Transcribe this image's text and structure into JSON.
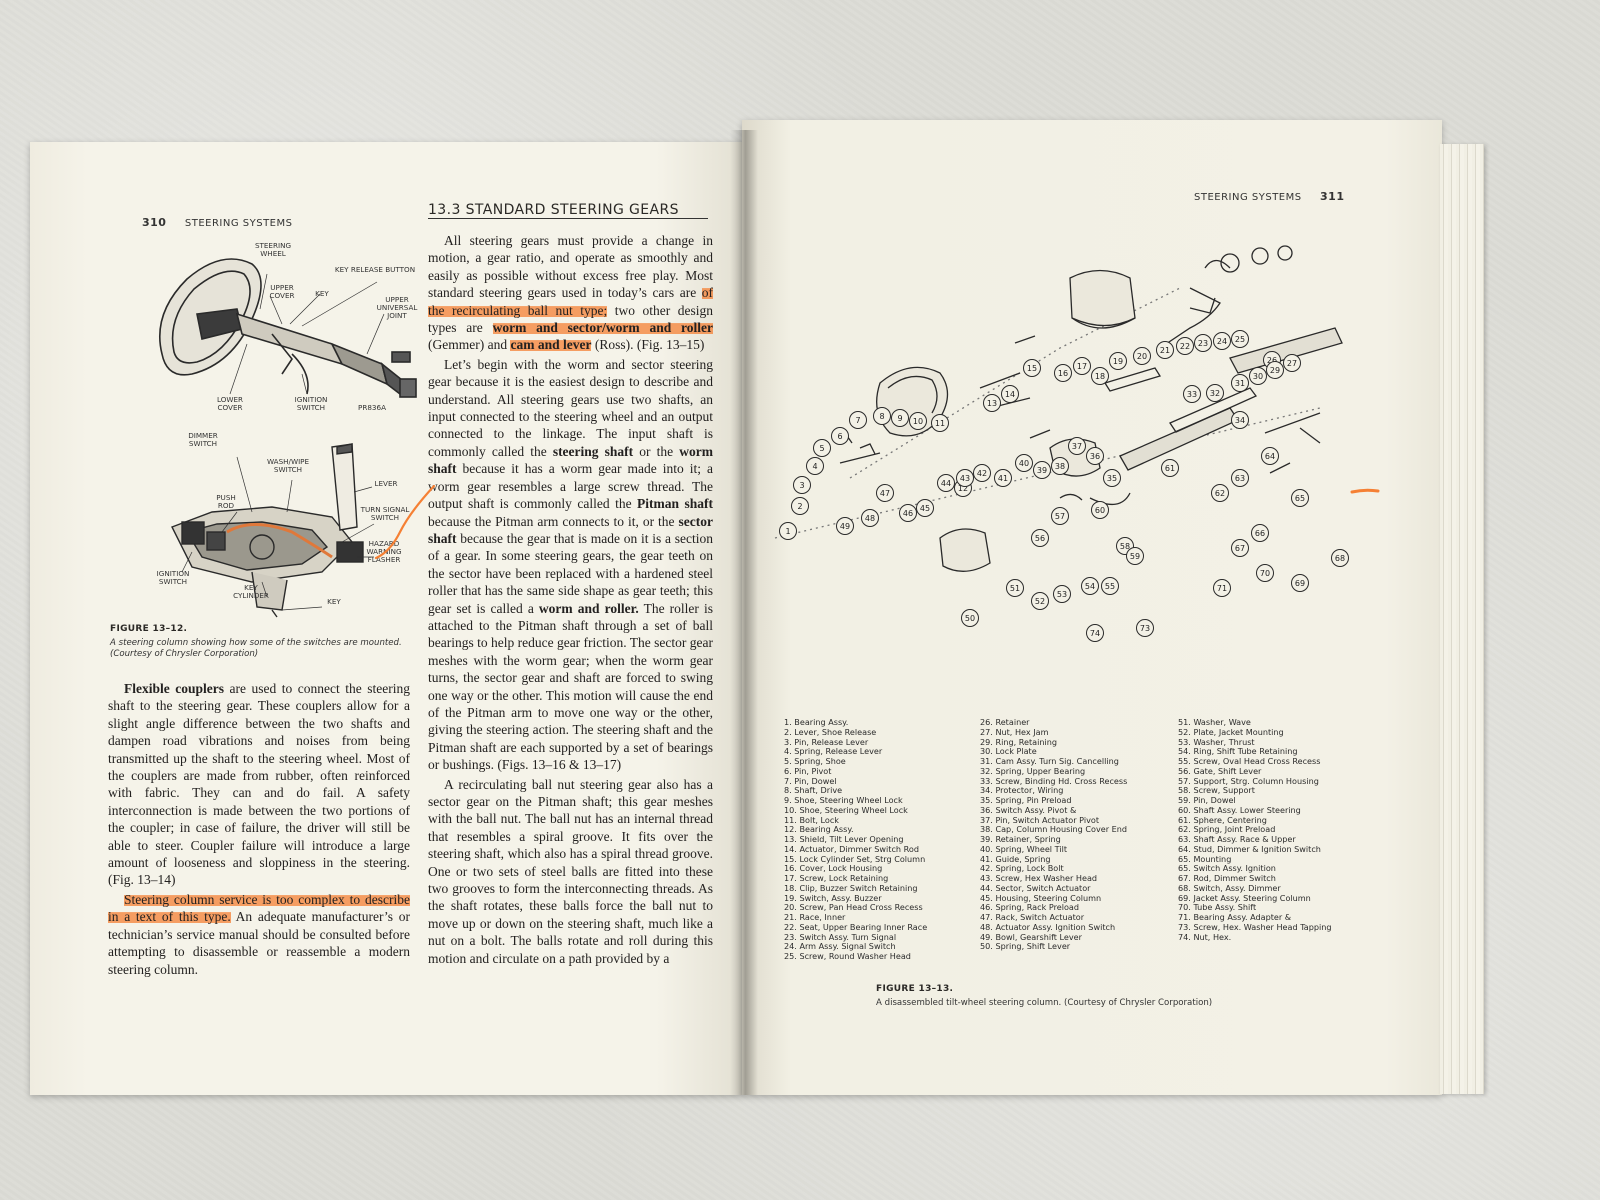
{
  "left_page": {
    "page_number": "310",
    "running_head": "STEERING SYSTEMS",
    "section_title": "13.3  STANDARD STEERING GEARS",
    "figure_top_labels": {
      "steering_wheel": "STEERING WHEEL",
      "upper_cover": "UPPER COVER",
      "key": "KEY",
      "key_release_button": "KEY RELEASE BUTTON",
      "upper_universal_joint": "UPPER UNIVERSAL JOINT",
      "lower_cover": "LOWER COVER",
      "ignition_switch": "IGNITION SWITCH",
      "part_code": "PR836A"
    },
    "figure_bottom_labels": {
      "dimmer_switch": "DIMMER SWITCH",
      "wash_wipe_switch": "WASH/WIPE SWITCH",
      "lever": "LEVER",
      "push_rod": "PUSH ROD",
      "turn_signal_switch": "TURN SIGNAL SWITCH",
      "ignition_switch": "IGNITION SWITCH",
      "hazard_warning_flasher": "HAZARD WARNING FLASHER",
      "key_cylinder": "KEY CYLINDER",
      "key": "KEY"
    },
    "figure_caption": {
      "title": "FIGURE 13–12.",
      "text": "A steering column showing how some of the switches are mounted. (Courtesy of Chrysler Corporation)"
    },
    "col1": {
      "p1_bold": "Flexible couplers",
      "p1_rest": " are used to connect the steering shaft to the steering gear. These couplers allow for a slight angle difference between the two shafts and dampen road vibrations and noises from being transmitted up the shaft to the steering wheel. Most of the couplers are made from rubber, often reinforced with fabric. They can and do fail. A safety interconnection is made between the two portions of the coupler; in case of failure, the driver will still be able to steer. Coupler failure will introduce a large amount of looseness and sloppiness in the steering. (Fig. 13–14)",
      "p2_highlight": "Steering column service is too complex to describe in a text of this type.",
      "p2_rest": " An adequate manufacturer’s or technician’s service manual should be consulted before attempting to disassemble or reassemble a modern steering column."
    },
    "col2": {
      "p1_a": "All steering gears must provide a change in motion, a gear ratio, and operate as smoothly and easily as possible without excess free play. Most standard steering gears used in today’s cars are ",
      "p1_hl1": "of the recirculating ball nut type;",
      "p1_b": " two other design types are ",
      "p1_hl2": "worm and sector/worm and roller",
      "p1_c": " (Gemmer) and ",
      "p1_hl3": "cam and lever",
      "p1_d": " (Ross). (Fig. 13–15)",
      "p2_a": "Let’s begin with the worm and sector steering gear because it is the easiest design to describe and understand. All steering gears use two shafts, an input connected to the steering wheel and an output connected to the linkage. The input shaft is commonly called the ",
      "p2_b1": "steering shaft",
      "p2_b": " or the ",
      "p2_b2": "worm shaft",
      "p2_c": " because it has a worm gear made into it; a worm gear resembles a large screw thread. The output shaft is commonly called the ",
      "p2_b3": "Pitman shaft",
      "p2_d": " because the Pitman arm connects to it, or the ",
      "p2_b4": "sector shaft",
      "p2_e": " because the gear that is made on it is a section of a gear. In some steering gears, the gear teeth on the sector have been replaced with a hardened steel roller that has the same side shape as gear teeth; this gear set is called a ",
      "p2_b5": "worm and roller.",
      "p2_f": " The roller is attached to the Pitman shaft through a set of ball bearings to help reduce gear friction. The sector gear meshes with the worm gear; when the worm gear turns, the sector gear and shaft are forced to swing one way or the other. This motion will cause the end of the Pitman arm to move one way or the other, giving the steering action. The steering shaft and the Pitman shaft are each supported by a set of bearings or bushings. (Figs. 13–16 & 13–17)",
      "p3": "A recirculating ball nut steering gear also has a sector gear on the Pitman shaft; this gear meshes with the ball nut. The ball nut has an internal thread that resembles a spiral groove. It fits over the steering shaft, which also has a spiral thread groove. One or two sets of steel balls are fitted into these two grooves to form the interconnecting threads. As the shaft rotates, these balls force the ball nut to move up or down on the steering shaft, much like a nut on a bolt. The balls rotate and roll during this motion and circulate on a path provided by a"
    }
  },
  "right_page": {
    "page_number": "311",
    "running_head": "STEERING SYSTEMS",
    "figure_caption": {
      "title": "FIGURE 13–13.",
      "text": "A disassembled tilt-wheel steering column. (Courtesy of Chrysler Corporation)"
    },
    "parts_col1": [
      "1. Bearing Assy.",
      "2. Lever, Shoe Release",
      "3. Pin, Release Lever",
      "4. Spring, Release Lever",
      "5. Spring, Shoe",
      "6. Pin, Pivot",
      "7. Pin, Dowel",
      "8. Shaft, Drive",
      "9. Shoe, Steering Wheel Lock",
      "10. Shoe, Steering Wheel Lock",
      "11. Bolt, Lock",
      "12. Bearing Assy.",
      "13. Shield, Tilt Lever Opening",
      "14. Actuator, Dimmer Switch Rod",
      "15. Lock Cylinder Set, Strg Column",
      "16. Cover, Lock Housing",
      "17. Screw, Lock Retaining",
      "18. Clip, Buzzer Switch Retaining",
      "19. Switch, Assy. Buzzer",
      "20. Screw, Pan Head Cross Recess",
      "21. Race, Inner",
      "22. Seat, Upper Bearing Inner Race",
      "23. Switch Assy. Turn Signal",
      "24. Arm Assy. Signal Switch",
      "25. Screw, Round Washer Head"
    ],
    "parts_col2": [
      "26. Retainer",
      "27. Nut, Hex Jam",
      "29. Ring, Retaining",
      "30. Lock Plate",
      "31. Cam Assy. Turn Sig. Cancelling",
      "32. Spring, Upper Bearing",
      "33. Screw, Binding Hd. Cross Recess",
      "34. Protector, Wiring",
      "35. Spring, Pin Preload",
      "36. Switch Assy. Pivot &",
      "37. Pin, Switch Actuator Pivot",
      "38. Cap, Column Housing Cover End",
      "39. Retainer, Spring",
      "40. Spring, Wheel Tilt",
      "41. Guide, Spring",
      "42. Spring, Lock Bolt",
      "43. Screw, Hex Washer Head",
      "44. Sector, Switch Actuator",
      "45. Housing, Steering Column",
      "46. Spring, Rack Preload",
      "47. Rack, Switch Actuator",
      "48. Actuator Assy. Ignition Switch",
      "49. Bowl, Gearshift Lever",
      "50. Spring, Shift Lever"
    ],
    "parts_col3": [
      "51. Washer, Wave",
      "52. Plate, Jacket Mounting",
      "53. Washer, Thrust",
      "54. Ring, Shift Tube Retaining",
      "55. Screw, Oval Head Cross Recess",
      "56. Gate, Shift Lever",
      "57. Support, Strg. Column Housing",
      "58. Screw, Support",
      "59. Pin, Dowel",
      "60. Shaft Assy. Lower Steering",
      "61. Sphere, Centering",
      "62. Spring, Joint Preload",
      "63. Shaft Assy. Race & Upper",
      "64. Stud, Dimmer & Ignition Switch",
      "65.      Mounting",
      "65. Switch Assy. Ignition",
      "67. Rod, Dimmer Switch",
      "68. Switch, Assy. Dimmer",
      "69. Jacket Assy. Steering Column",
      "70. Tube Assy. Shift",
      "71. Bearing Assy. Adapter &",
      "73. Screw, Hex. Washer Head Tapping",
      "74. Nut, Hex."
    ],
    "callout_numbers": [
      "1",
      "2",
      "3",
      "4",
      "5",
      "6",
      "7",
      "8",
      "9",
      "10",
      "11",
      "12",
      "13",
      "14",
      "15",
      "16",
      "17",
      "18",
      "19",
      "20",
      "21",
      "22",
      "23",
      "24",
      "25",
      "26",
      "27",
      "29",
      "30",
      "31",
      "32",
      "33",
      "34",
      "35",
      "36",
      "37",
      "38",
      "39",
      "40",
      "41",
      "42",
      "43",
      "44",
      "45",
      "46",
      "47",
      "48",
      "49",
      "50",
      "51",
      "52",
      "53",
      "54",
      "55",
      "56",
      "57",
      "58",
      "59",
      "60",
      "61",
      "62",
      "63",
      "64",
      "65",
      "66",
      "67",
      "68",
      "69",
      "70",
      "71",
      "73",
      "74"
    ]
  },
  "colors": {
    "paper": "#f3f1e6",
    "ink": "#232120",
    "highlighter": "#f58034",
    "background": "#dcdcd6"
  }
}
